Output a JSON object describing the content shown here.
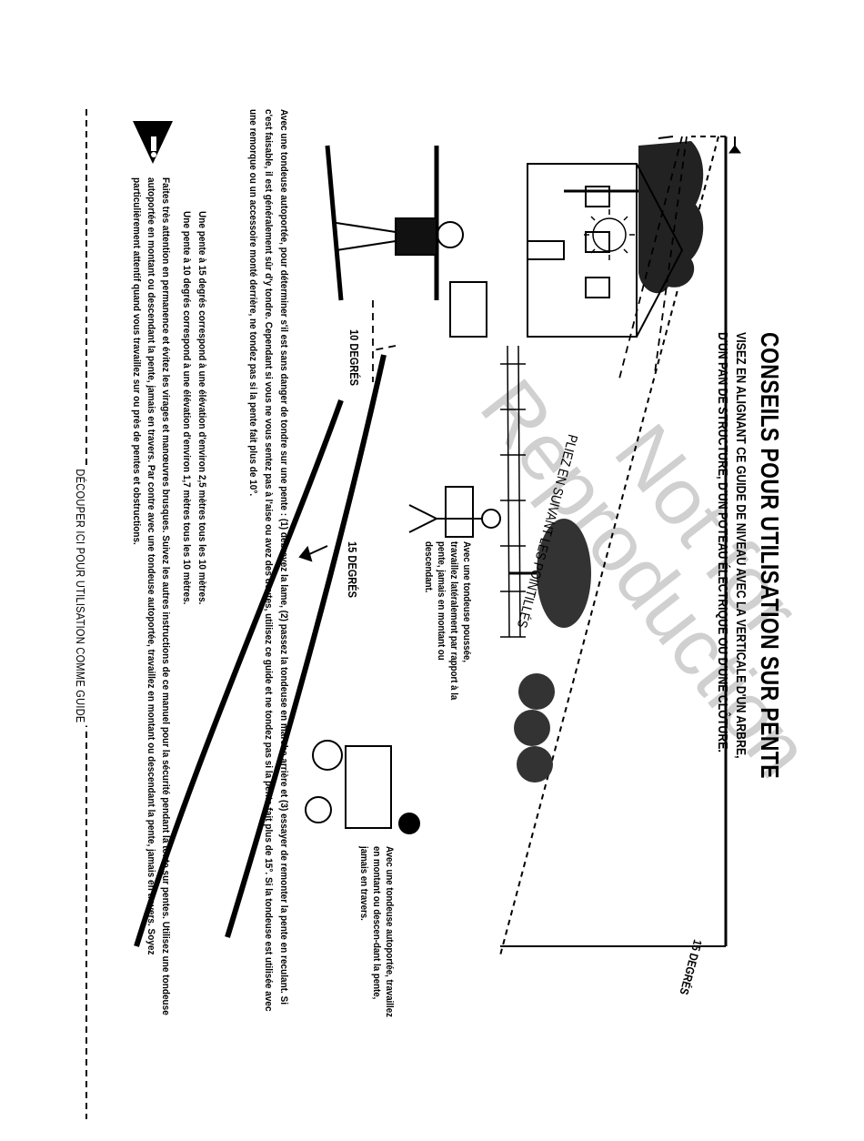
{
  "document": {
    "title": "CONSEILS POUR UTILISATION SUR PENTE",
    "subtitle_line1": "VISEZ EN ALIGNANT CE GUIDE DE NIVEAU AVEC LA VERTICALE D'UN ARBRE,",
    "subtitle_line2": "D'UN PAN DE STRUCTURE, D'UN POTEAU ÉLECTRIQUE OU D'UNE CLÔTURE.",
    "fold_instruction": "PLIEZ EN SUIVANT LES POINTILLÉS",
    "angle_guide_label": "15 DEGRÉS",
    "slope_10_label": "10 DEGRÉS",
    "slope_15_label": "15 DEGRÉS",
    "caption_push_mower": "Avec une tondeuse poussée, travaillez latéralement par rapport à la pente, jamais en montant ou descendant.",
    "caption_riding_mower": "Avec une tondeuse autoportée, travaillez en montant ou descen-dant la pente, jamais en travers.",
    "paragraph_riding_test": "Avec une tondeuse autoportée, pour déterminer s'il est sans danger de tondre sur une pente : (1) débrayez la lame, (2) passez la tondeuse en marche arrière et (3) essayer de remonter la pente en reculant. Si c'est faisable, il est généralement sûr d'y tondre. Cependant si vous ne vous sentez pas à l'aise ou avez des doutes, utilisez ce guide et ne tondez pas si la pente fait plus de 15°. Si la tondeuse est utilisée avec une remorque ou un accessoire monté derrière, ne tondez pas si la pente fait plus de 10°.",
    "elevation_15": "Une pente à 15 degrés correspond à une élévation d'environ 2,5 mètres tous les 10 mètres.",
    "elevation_10": "Une pente à 10 degrés correspond à une élévation d'environ 1,7 mètres tous les 10 mètres.",
    "warning_text": "Faites très attention en permanence et évitez les virages et manœuvres brusques. Suivez les autres instructions de ce manuel pour la sécurité pendant la tonte sur pentes. Utilisez une tondeuse autoportée en montant ou descendant la pente, jamais en travers. Par contre avec une tondeuse autoportée, travaillez en montant ou descendant la pente, jamais en travers. Soyez particulièrement attentif quand vous travaillez sur ou près de pentes et obstructions.",
    "cut_instruction": "DÉCOUPER ICI POUR UTILISATION COMME GUIDE",
    "watermark_line1": "Not for",
    "watermark_line2": "Reproduction"
  },
  "icons": {
    "warning": "warning-triangle-icon",
    "sun": "sun-icon",
    "house": "house-icon",
    "tree": "tree-icon"
  },
  "colors": {
    "ink": "#000000",
    "paper": "#ffffff",
    "watermark": "#d0d0d0"
  }
}
